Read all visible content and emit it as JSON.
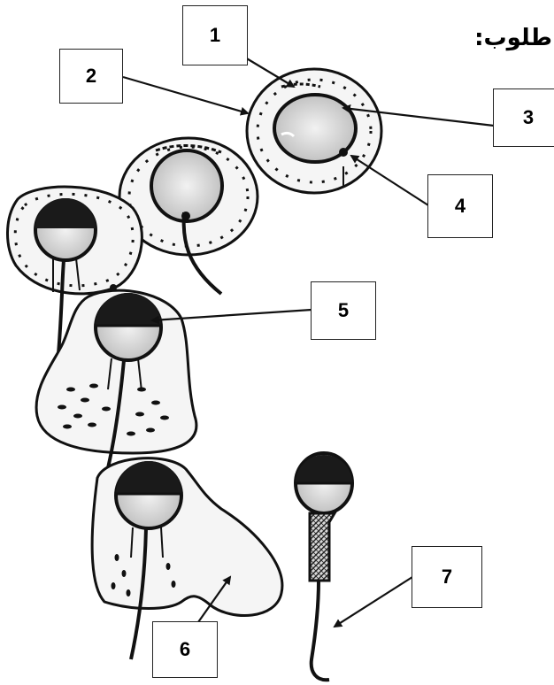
{
  "header": {
    "text": "طلوب:"
  },
  "labels": {
    "l1": "1",
    "l2": "2",
    "l3": "3",
    "l4": "4",
    "l5": "5",
    "l6": "6",
    "l7": "7"
  },
  "icons": {
    "stage_cells": "spermatid-stage-icon",
    "sperm": "mature-sperm-icon"
  },
  "colors": {
    "ink": "#111111",
    "cell_fill": "#f6f6f6",
    "nucleus_fill": "#dcdcdc",
    "acrosome": "#1a1a1a"
  }
}
